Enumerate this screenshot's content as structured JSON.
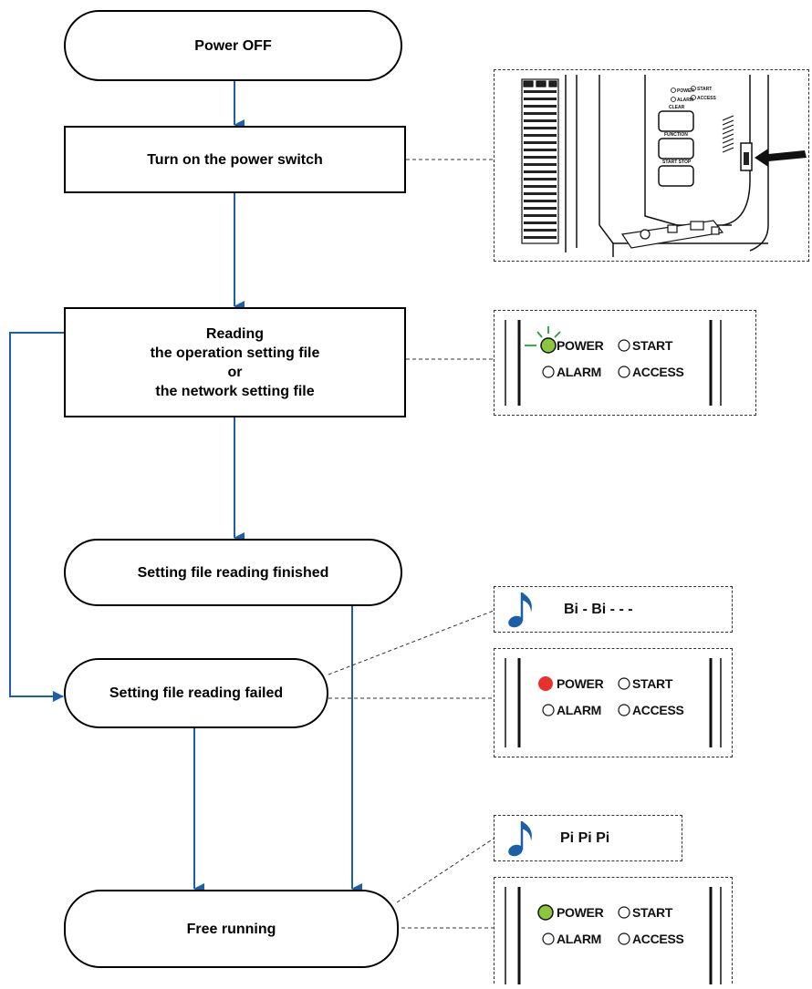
{
  "nodes": {
    "power_off": "Power OFF",
    "turn_on": "Turn on the power switch",
    "reading": "Reading\nthe operation setting file\nor\nthe network setting file",
    "finished": "Setting file reading finished",
    "failed": "Setting file reading failed",
    "free_running": "Free running"
  },
  "led_labels": {
    "power": "POWER",
    "start": "START",
    "alarm": "ALARM",
    "access": "ACCESS"
  },
  "sounds": {
    "fail": "Bi - Bi - - -",
    "success": "Pi Pi Pi"
  },
  "device_labels": {
    "power": "POWER",
    "alarm": "ALARM",
    "start": "START",
    "access": "ACCESS",
    "clear": "CLEAR",
    "function": "FUNCTION",
    "start_stop": "START STOP"
  },
  "colors": {
    "arrow": "#1a5fa8",
    "led_green": "#8cc63f",
    "led_red": "#e8312f",
    "note": "#1a5fa8"
  },
  "icons": [
    "music-note-icon",
    "power-switch-arrow-icon",
    "led-indicator-icon"
  ]
}
